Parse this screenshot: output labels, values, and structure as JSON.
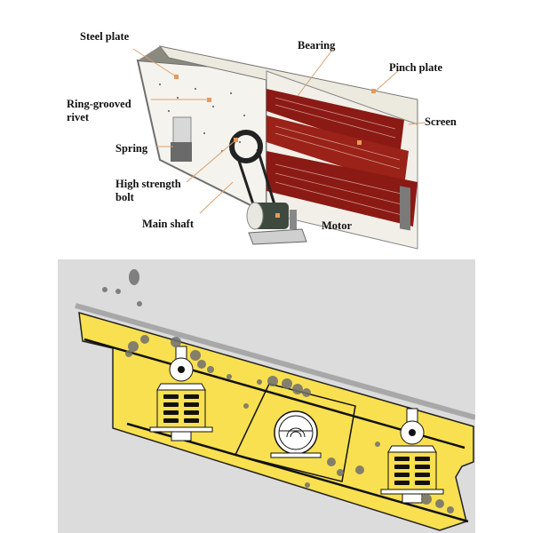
{
  "top_diagram": {
    "description": "3D exploded view of vibrating screen",
    "labels": {
      "steel_plate": "Steel plate",
      "bearing": "Bearing",
      "pinch_plate": "Pinch plate",
      "ring_grooved_rivet_line1": "Ring-grooved",
      "ring_grooved_rivet_line2": "rivet",
      "screen": "Screen",
      "spring": "Spring",
      "high_strength_bolt_line1": "High strength",
      "high_strength_bolt_line2": "bolt",
      "main_shaft": "Main shaft",
      "motor": "Motor"
    },
    "colors": {
      "frame": "#e8e6df",
      "screen": "#8b1a14",
      "leader": "#d9a070",
      "marker": "#e59a5a"
    }
  },
  "bottom_diagram": {
    "description": "Schematic side view of inclined vibrating screen with two spring supports and central exciter",
    "colors": {
      "background": "#dcdcdc",
      "body": "#f8e050",
      "outline": "#111111",
      "particles": "#777777"
    }
  }
}
